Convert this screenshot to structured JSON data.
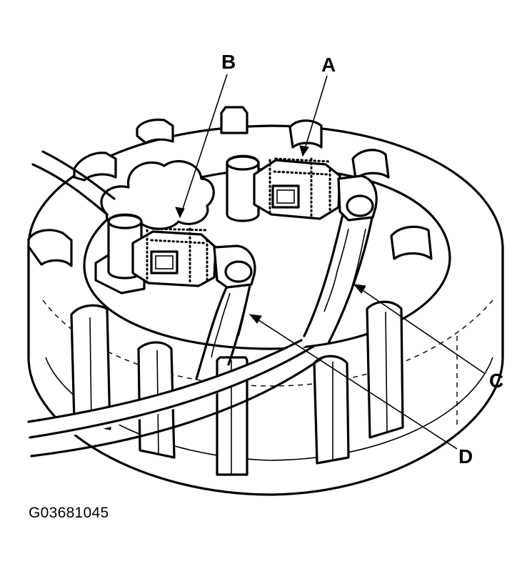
{
  "diagram": {
    "callouts": {
      "a": "A",
      "b": "B",
      "c": "C",
      "d": "D"
    },
    "figure_id": "G03681045"
  }
}
